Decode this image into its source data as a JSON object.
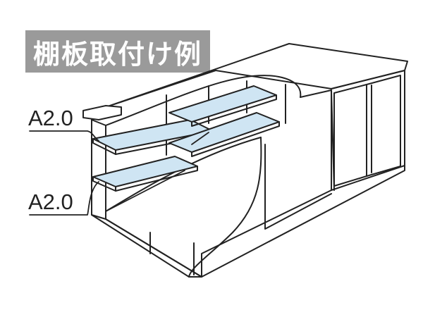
{
  "title": "棚板取付け例",
  "labels": {
    "upper": "A2.0",
    "lower": "A2.0"
  },
  "colors": {
    "shelf_fill": "#cfe5f3",
    "outline": "#222222",
    "title_bg": "#9a9a9a",
    "title_text": "#ffffff"
  }
}
